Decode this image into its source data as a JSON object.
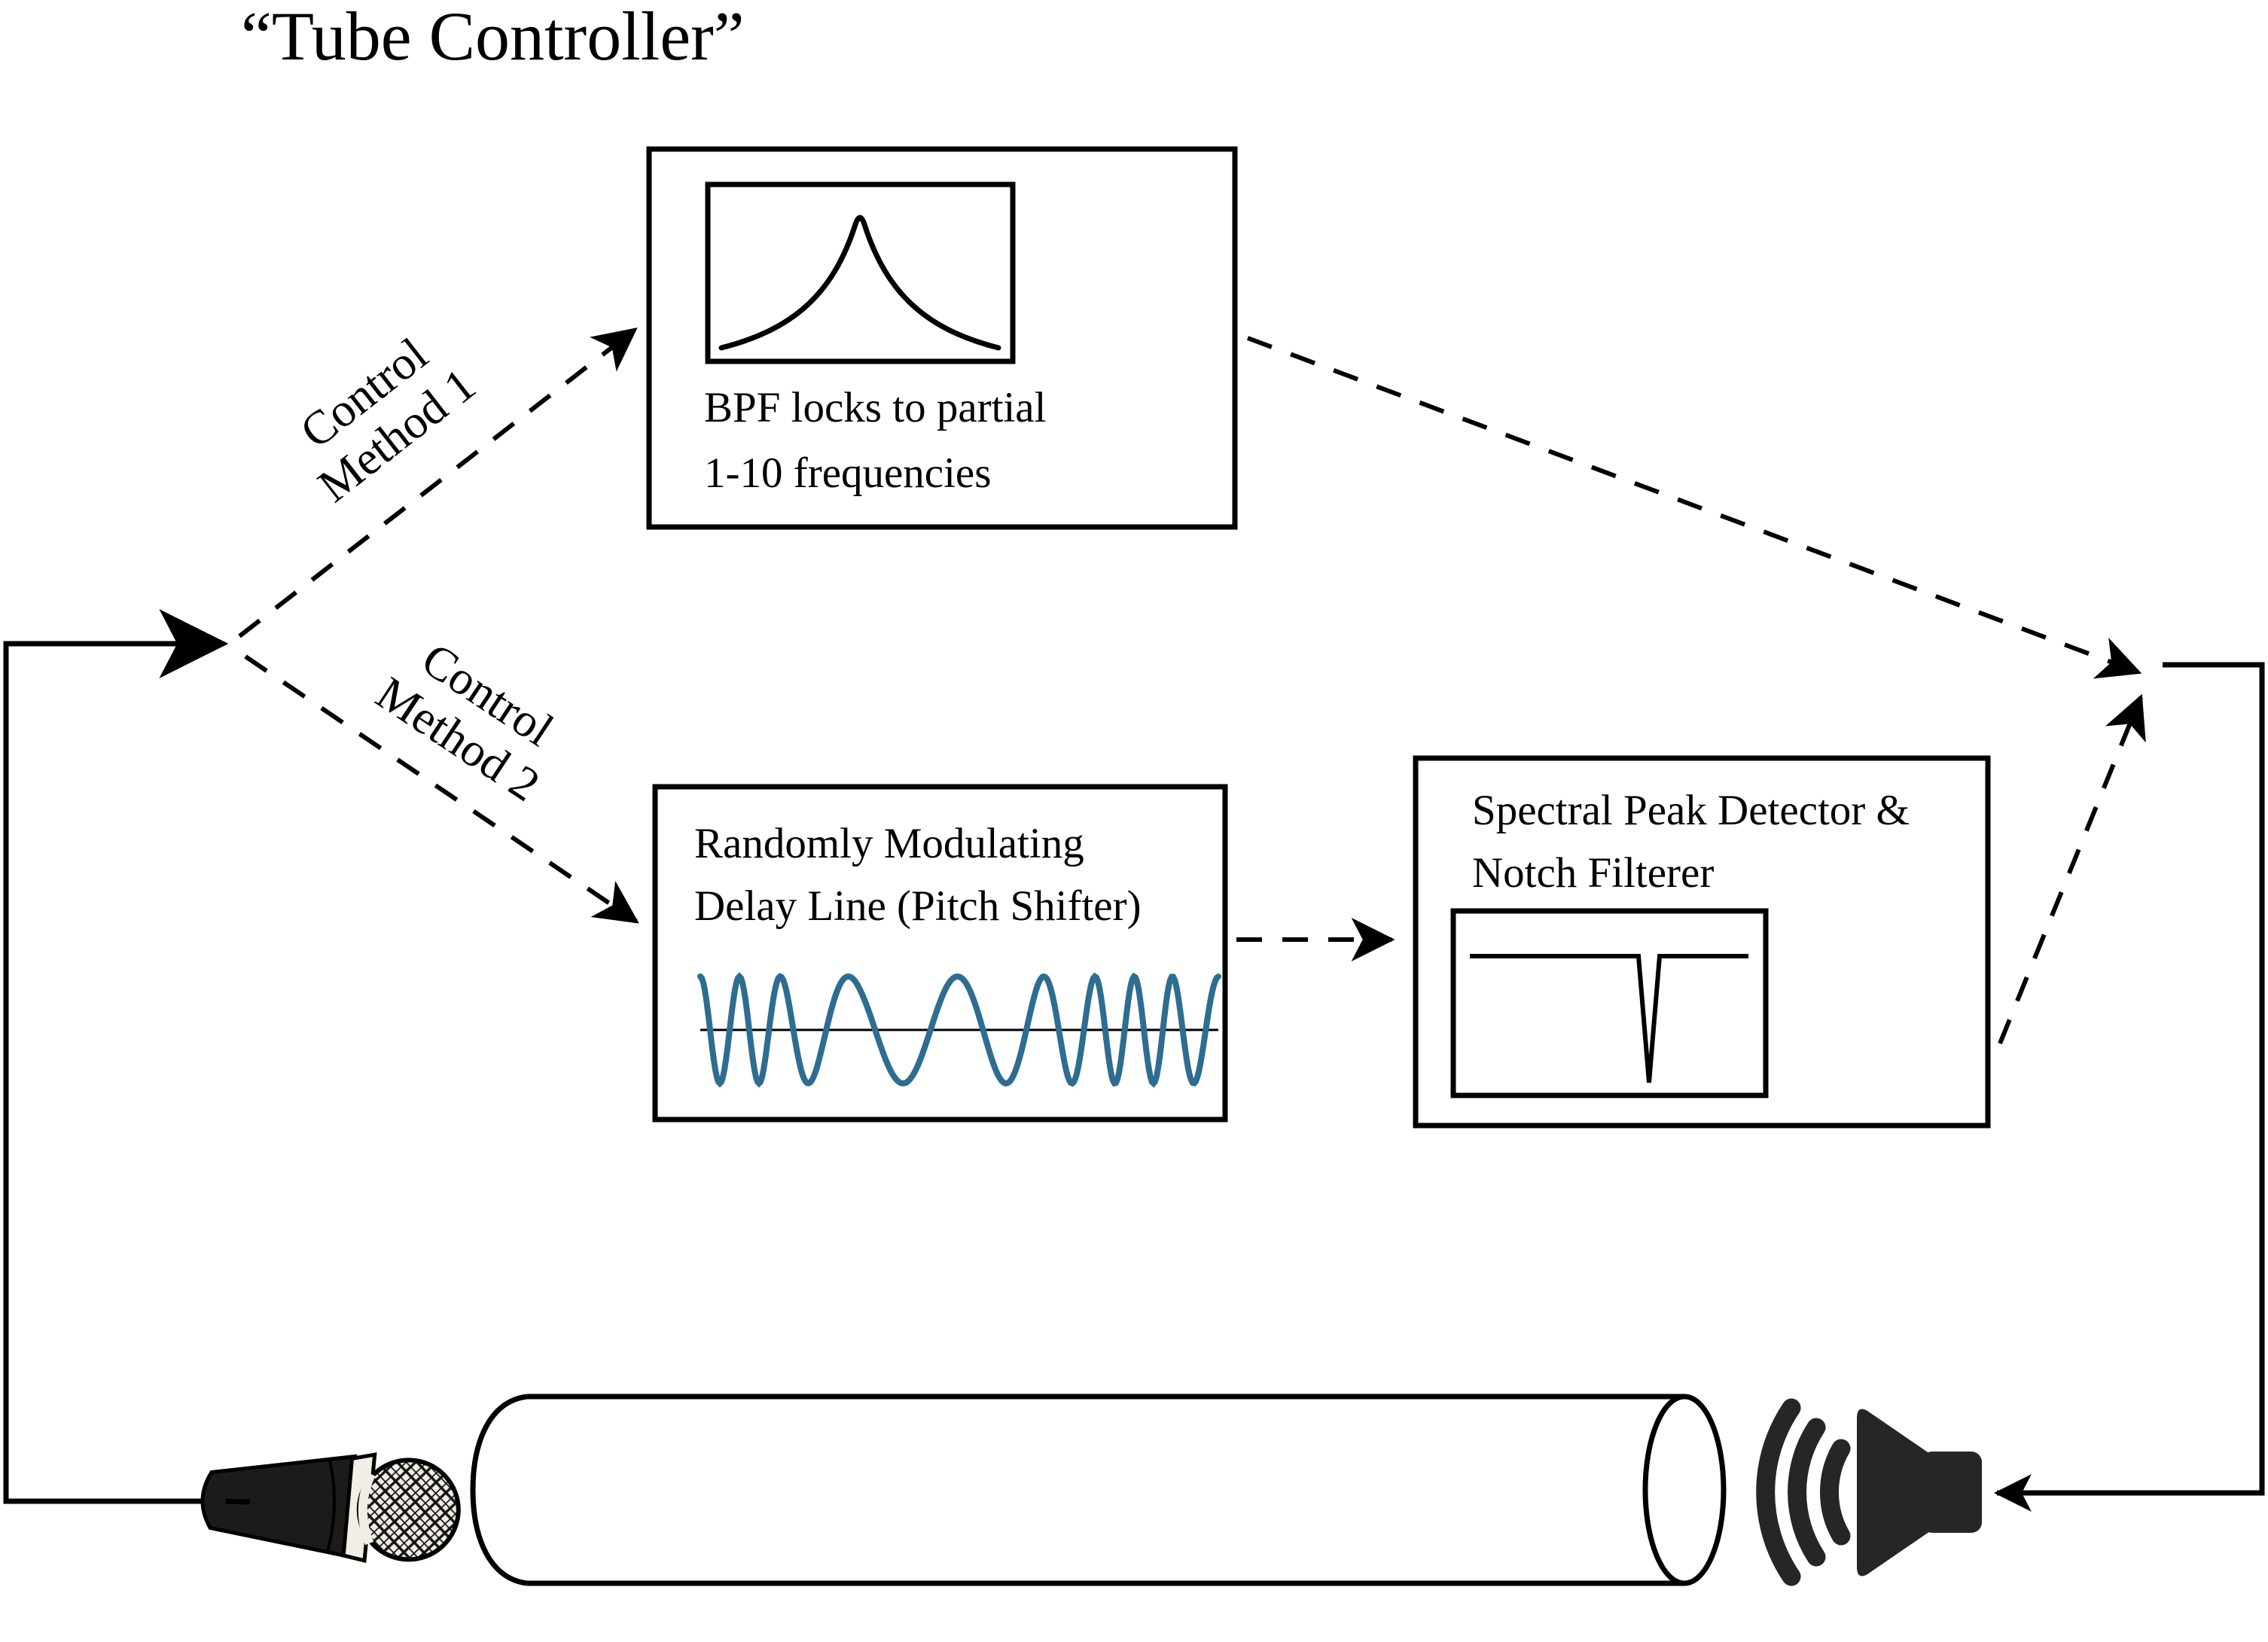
{
  "title": "“Tube Controller”",
  "annotations": {
    "control_method_1": {
      "line1": "Control",
      "line2": "Method 1"
    },
    "control_method_2": {
      "line1": "Control",
      "line2": "Method 2"
    }
  },
  "boxes": {
    "bpf": {
      "line1": "BPF locks to partial",
      "line2": "1-10 frequencies"
    },
    "delay_line": {
      "line1": "Randomly Modulating",
      "line2": "Delay Line (Pitch Shifter)"
    },
    "spectral": {
      "line1": "Spectral Peak Detector &",
      "line2": "Notch Filterer"
    }
  },
  "icons": {
    "bandpass_response_icon": "band-pass filter resonance curve",
    "modulated_wave_icon": "randomly modulated sine wave",
    "notch_response_icon": "notch filter response",
    "microphone_icon": "dynamic microphone",
    "speaker_icon": "loudspeaker emitting sound into tube",
    "tube_icon": "acoustic tube"
  },
  "colors": {
    "ink": "#000000",
    "wave": "#2e6d91",
    "speaker": "#262626",
    "mic_body": "#1d1b1a",
    "mic_mesh": "#f2eee5",
    "background": "#ffffff"
  }
}
